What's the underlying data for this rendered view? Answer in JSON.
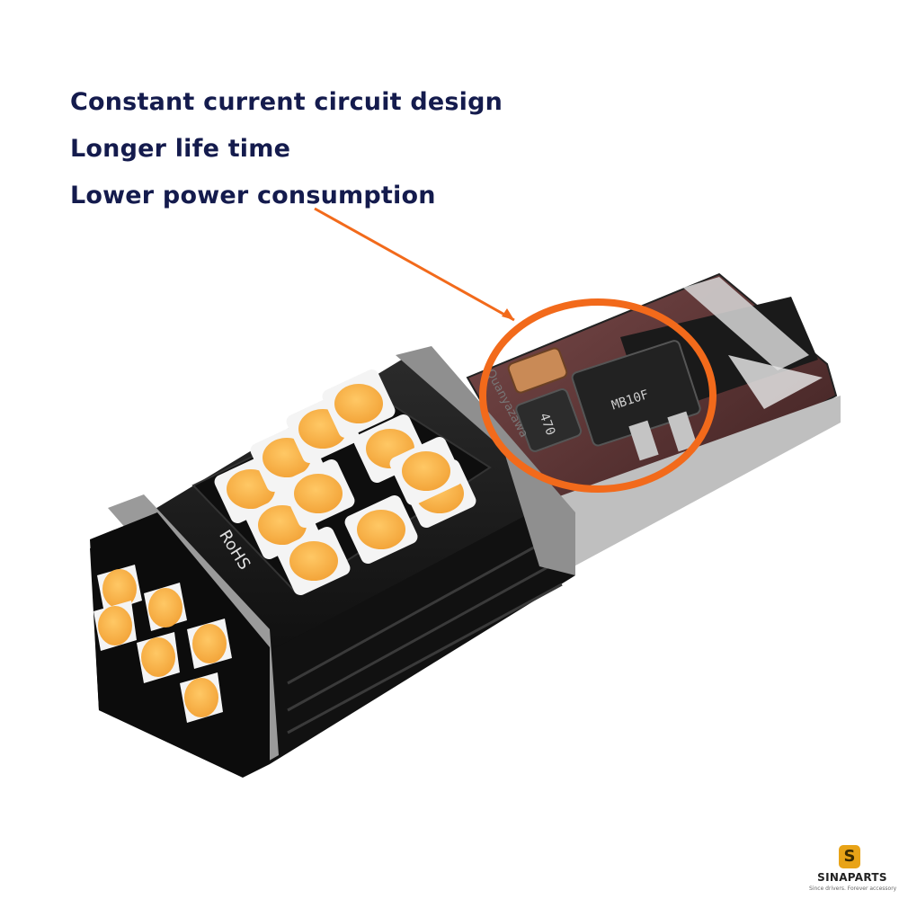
{
  "features": [
    "Constant current circuit design",
    "Longer life time",
    "Lower power consumption"
  ],
  "pcb_labels": {
    "inductor_code": "470",
    "chip_marking": "MB10F",
    "rohs_label": "RoHS",
    "brand_silk": "Quanyazawa"
  },
  "watermark": {
    "logo_letter": "S",
    "name": "SINAPARTS",
    "tagline": "Since drivers. Forever accessory"
  },
  "colors": {
    "headline": "#141b4d",
    "highlight_ring": "#f26a1b",
    "led_chip": "#f9b84a",
    "housing": "#0d0d0d",
    "brand": "#e8a317"
  }
}
